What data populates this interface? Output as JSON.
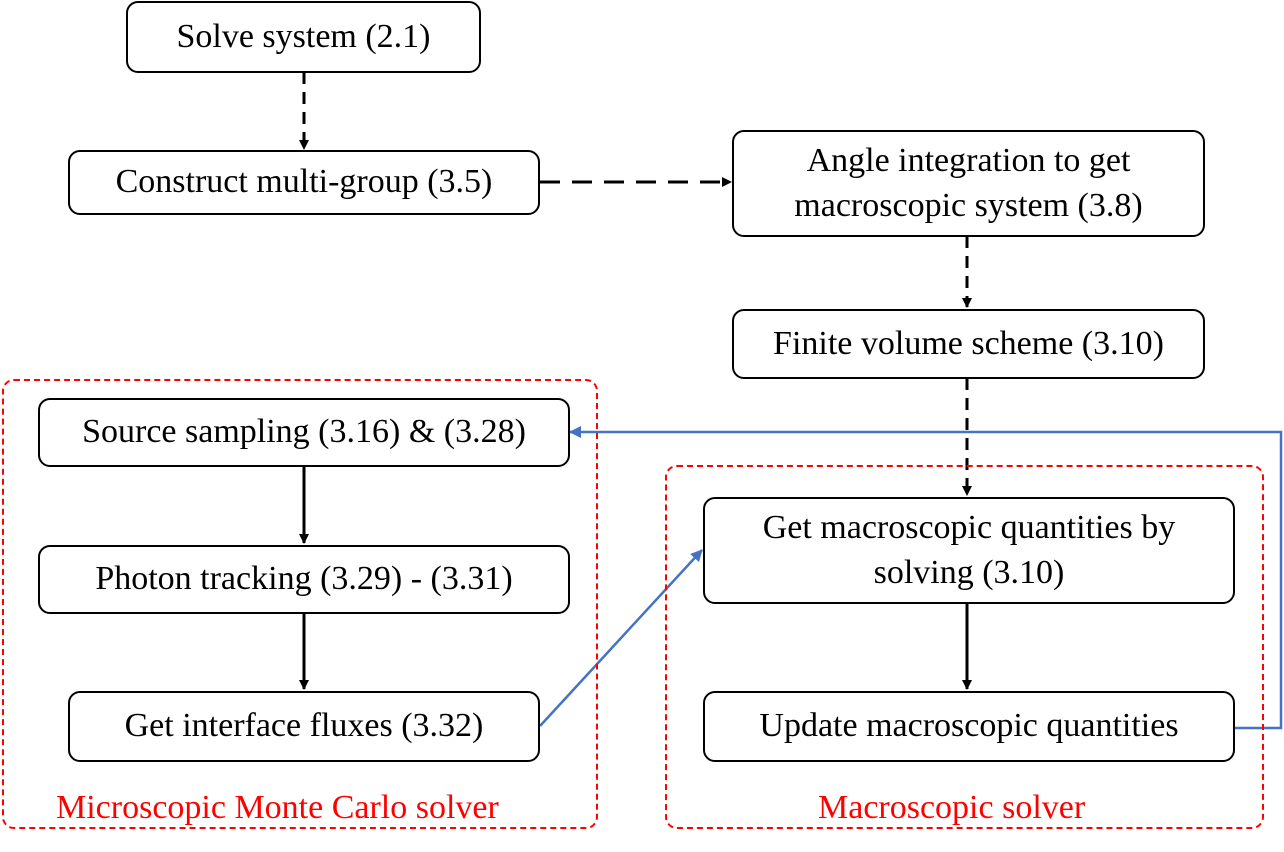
{
  "nodes": {
    "solve_system": "Solve system (2.1)",
    "construct_multigroup": "Construct multi-group (3.5)",
    "angle_integration": "Angle integration to get macroscopic system (3.8)",
    "finite_volume": "Finite volume scheme (3.10)",
    "source_sampling": "Source sampling (3.16) & (3.28)",
    "photon_tracking": "Photon tracking (3.29) - (3.31)",
    "interface_fluxes": "Get interface fluxes (3.32)",
    "get_macro_quantities": "Get macroscopic quantities by solving (3.10)",
    "update_macro_quantities": "Update macroscopic quantities"
  },
  "groups": {
    "microscopic": "Microscopic Monte Carlo solver",
    "macroscopic": "Macroscopic solver"
  },
  "colors": {
    "node_border": "#000000",
    "group_border": "#ff0000",
    "group_label": "#ff0000",
    "dashed_arrow": "#000000",
    "solid_arrow": "#000000",
    "feedback_arrow": "#4472c4"
  }
}
